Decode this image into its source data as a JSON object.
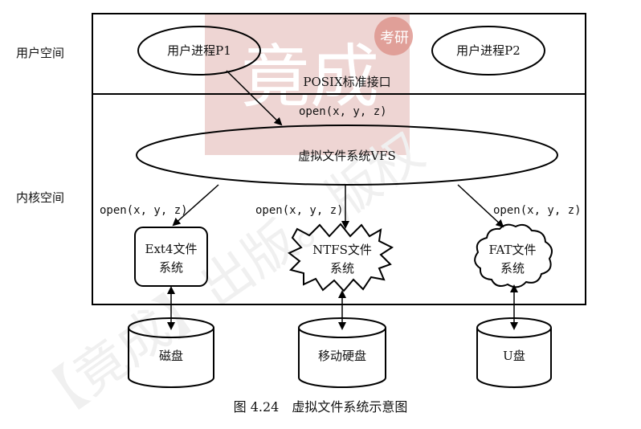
{
  "labels": {
    "user_space": "用户空间",
    "kernel_space": "内核空间",
    "process_p1": "用户进程P1",
    "process_p2": "用户进程P2",
    "posix": "POSIX标准接口",
    "open_top": "open(x, y, z)",
    "vfs": "虚拟文件系统VFS",
    "open_left": "open(x, y, z)",
    "open_mid": "open(x, y, z)",
    "open_right": "open(x, y, z)",
    "ext4_line1": "Ext4文件",
    "ext4_line2": "系统",
    "ntfs_line1": "NTFS文件",
    "ntfs_line2": "系统",
    "fat_line1": "FAT文件",
    "fat_line2": "系统",
    "disk": "磁盘",
    "removable_disk": "移动硬盘",
    "usb_disk": "U盘",
    "caption": "图 4.24　虚拟文件系统示意图"
  },
  "watermark": {
    "logo_main": "竟成",
    "logo_tag": "考研",
    "text": "【竟成】出版。版权"
  },
  "colors": {
    "line": "#000000",
    "watermark_red": "#c0392b"
  }
}
